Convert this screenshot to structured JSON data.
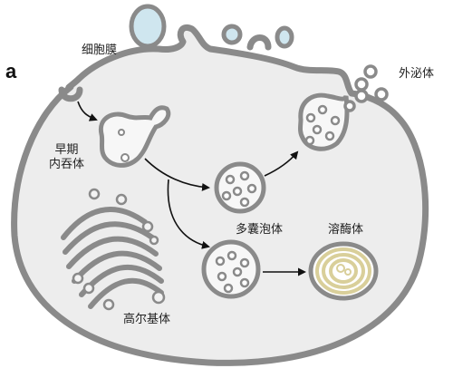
{
  "panel_letter": "a",
  "labels": {
    "cell_membrane": "细胞膜",
    "early_endosome_line1": "早期",
    "early_endosome_line2": "内吞体",
    "multivesicular_body": "多囊泡体",
    "lysosome": "溶酶体",
    "golgi": "高尔基体",
    "exosome": "外泌体"
  },
  "colors": {
    "cytoplasm": "#ededed",
    "membrane": "#8a8a8a",
    "vesicle_fill": "#f7f7f7",
    "incoming_vesicle": "#cfe6ef",
    "golgi_fill": "#f3f3f3",
    "lysosome_ring": "#d9cf9a",
    "arrow": "#111111"
  }
}
